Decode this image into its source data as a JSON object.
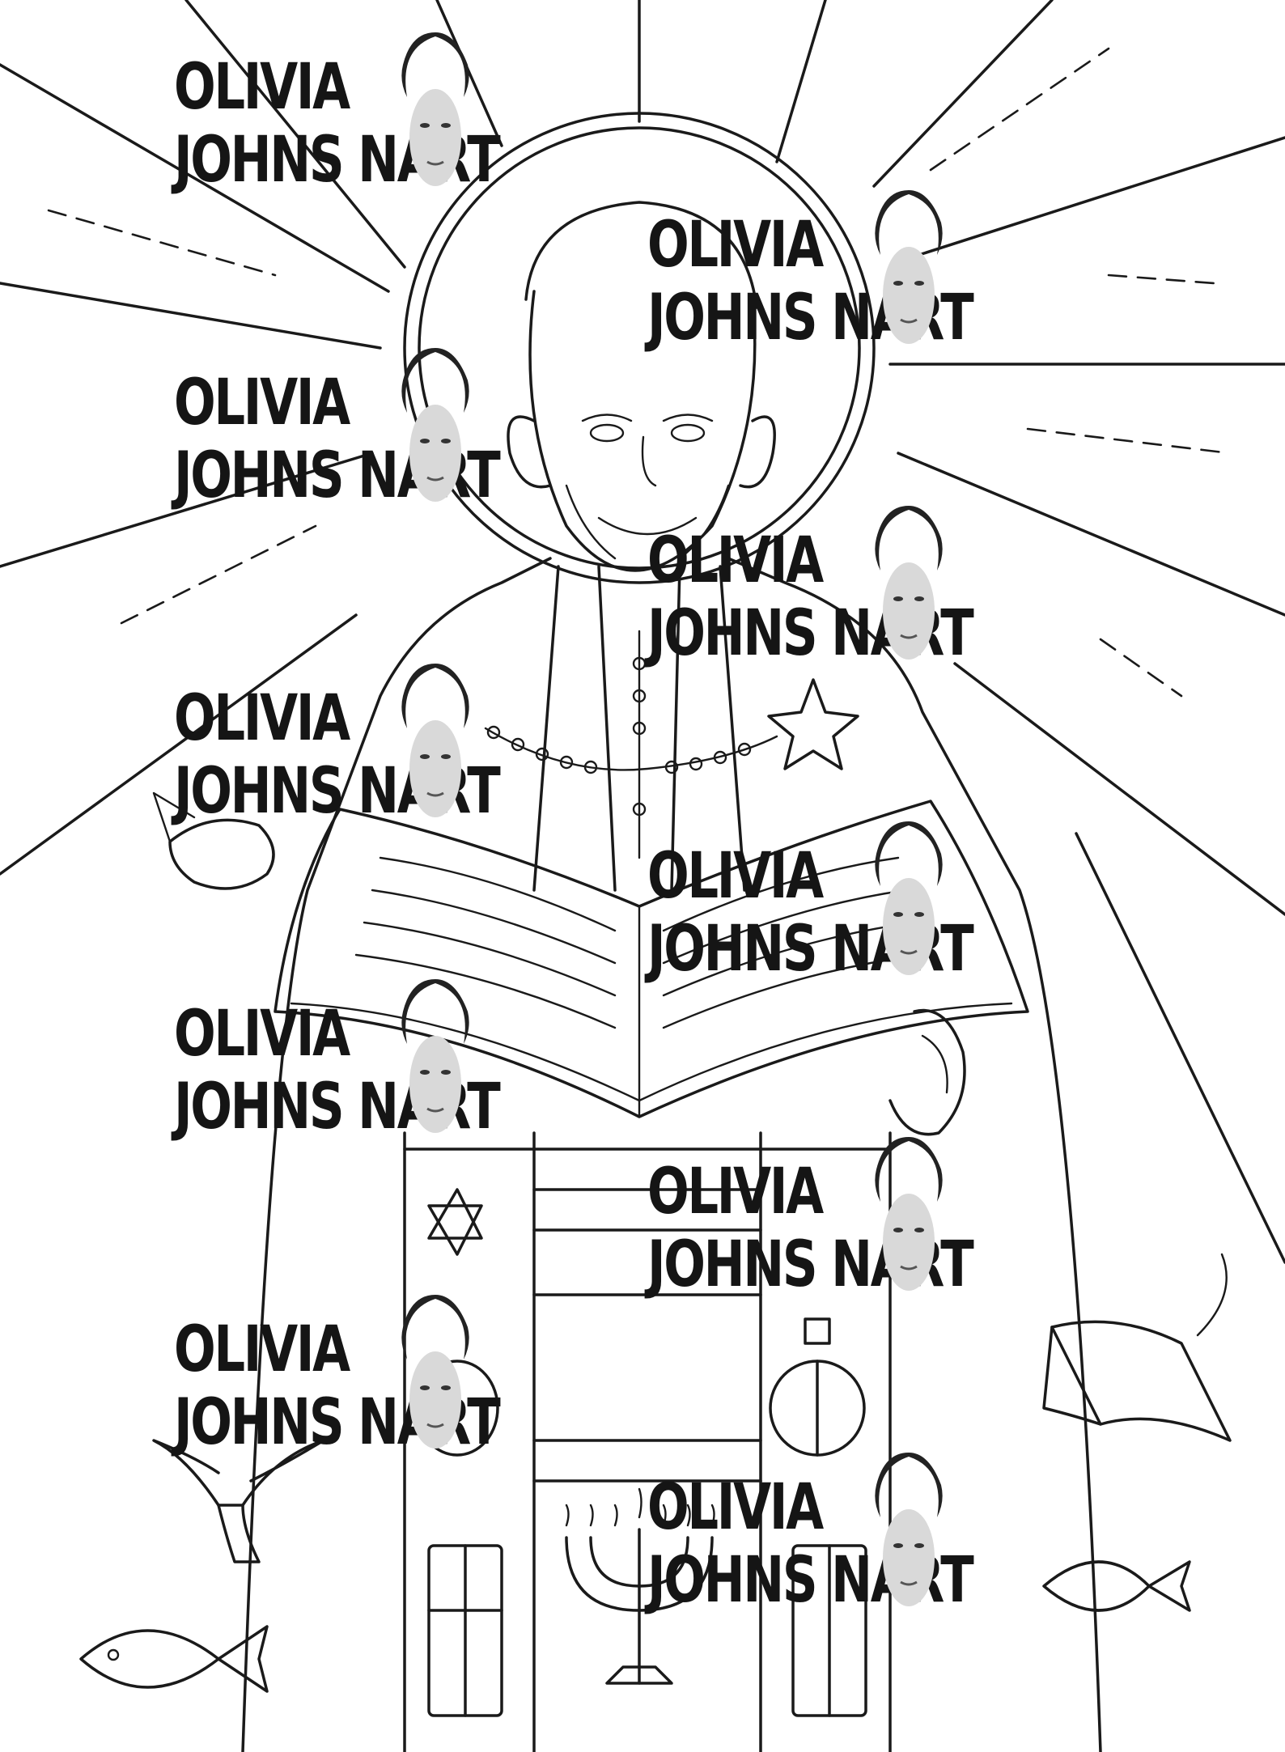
{
  "watermark": {
    "line1": "OLIVIA",
    "line2": "JOHNS  NART",
    "face_icon": "portrait-face-icon"
  },
  "colors": {
    "ink": "#1a1a1a",
    "paper": "#ffffff",
    "watermark_text": "#151515",
    "face_skin": "#d9d9d9",
    "hair": "#222222"
  },
  "illustration": {
    "style": "black-and-white coloring page",
    "icons": [
      "sun-ray-icon",
      "halo-icon",
      "pope-figure-icon",
      "open-book-icon",
      "rosary-icon",
      "star-of-david-icon",
      "dove-icon",
      "menorah-icon",
      "fish-icon",
      "small-book-icon",
      "star-icon"
    ]
  }
}
